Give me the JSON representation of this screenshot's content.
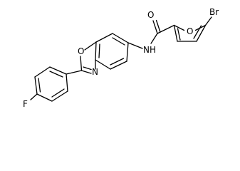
{
  "atoms": {
    "bromine": "Br",
    "furan_oxygen": "O",
    "carbonyl_oxygen": "O",
    "amide_nitrogen": "N",
    "amide_hydrogen": "H",
    "oxazole_oxygen": "O",
    "oxazole_nitrogen": "N",
    "fluorine": "F"
  },
  "colors": {
    "bond": "#000000",
    "label": "#000000",
    "background": "#ffffff"
  }
}
